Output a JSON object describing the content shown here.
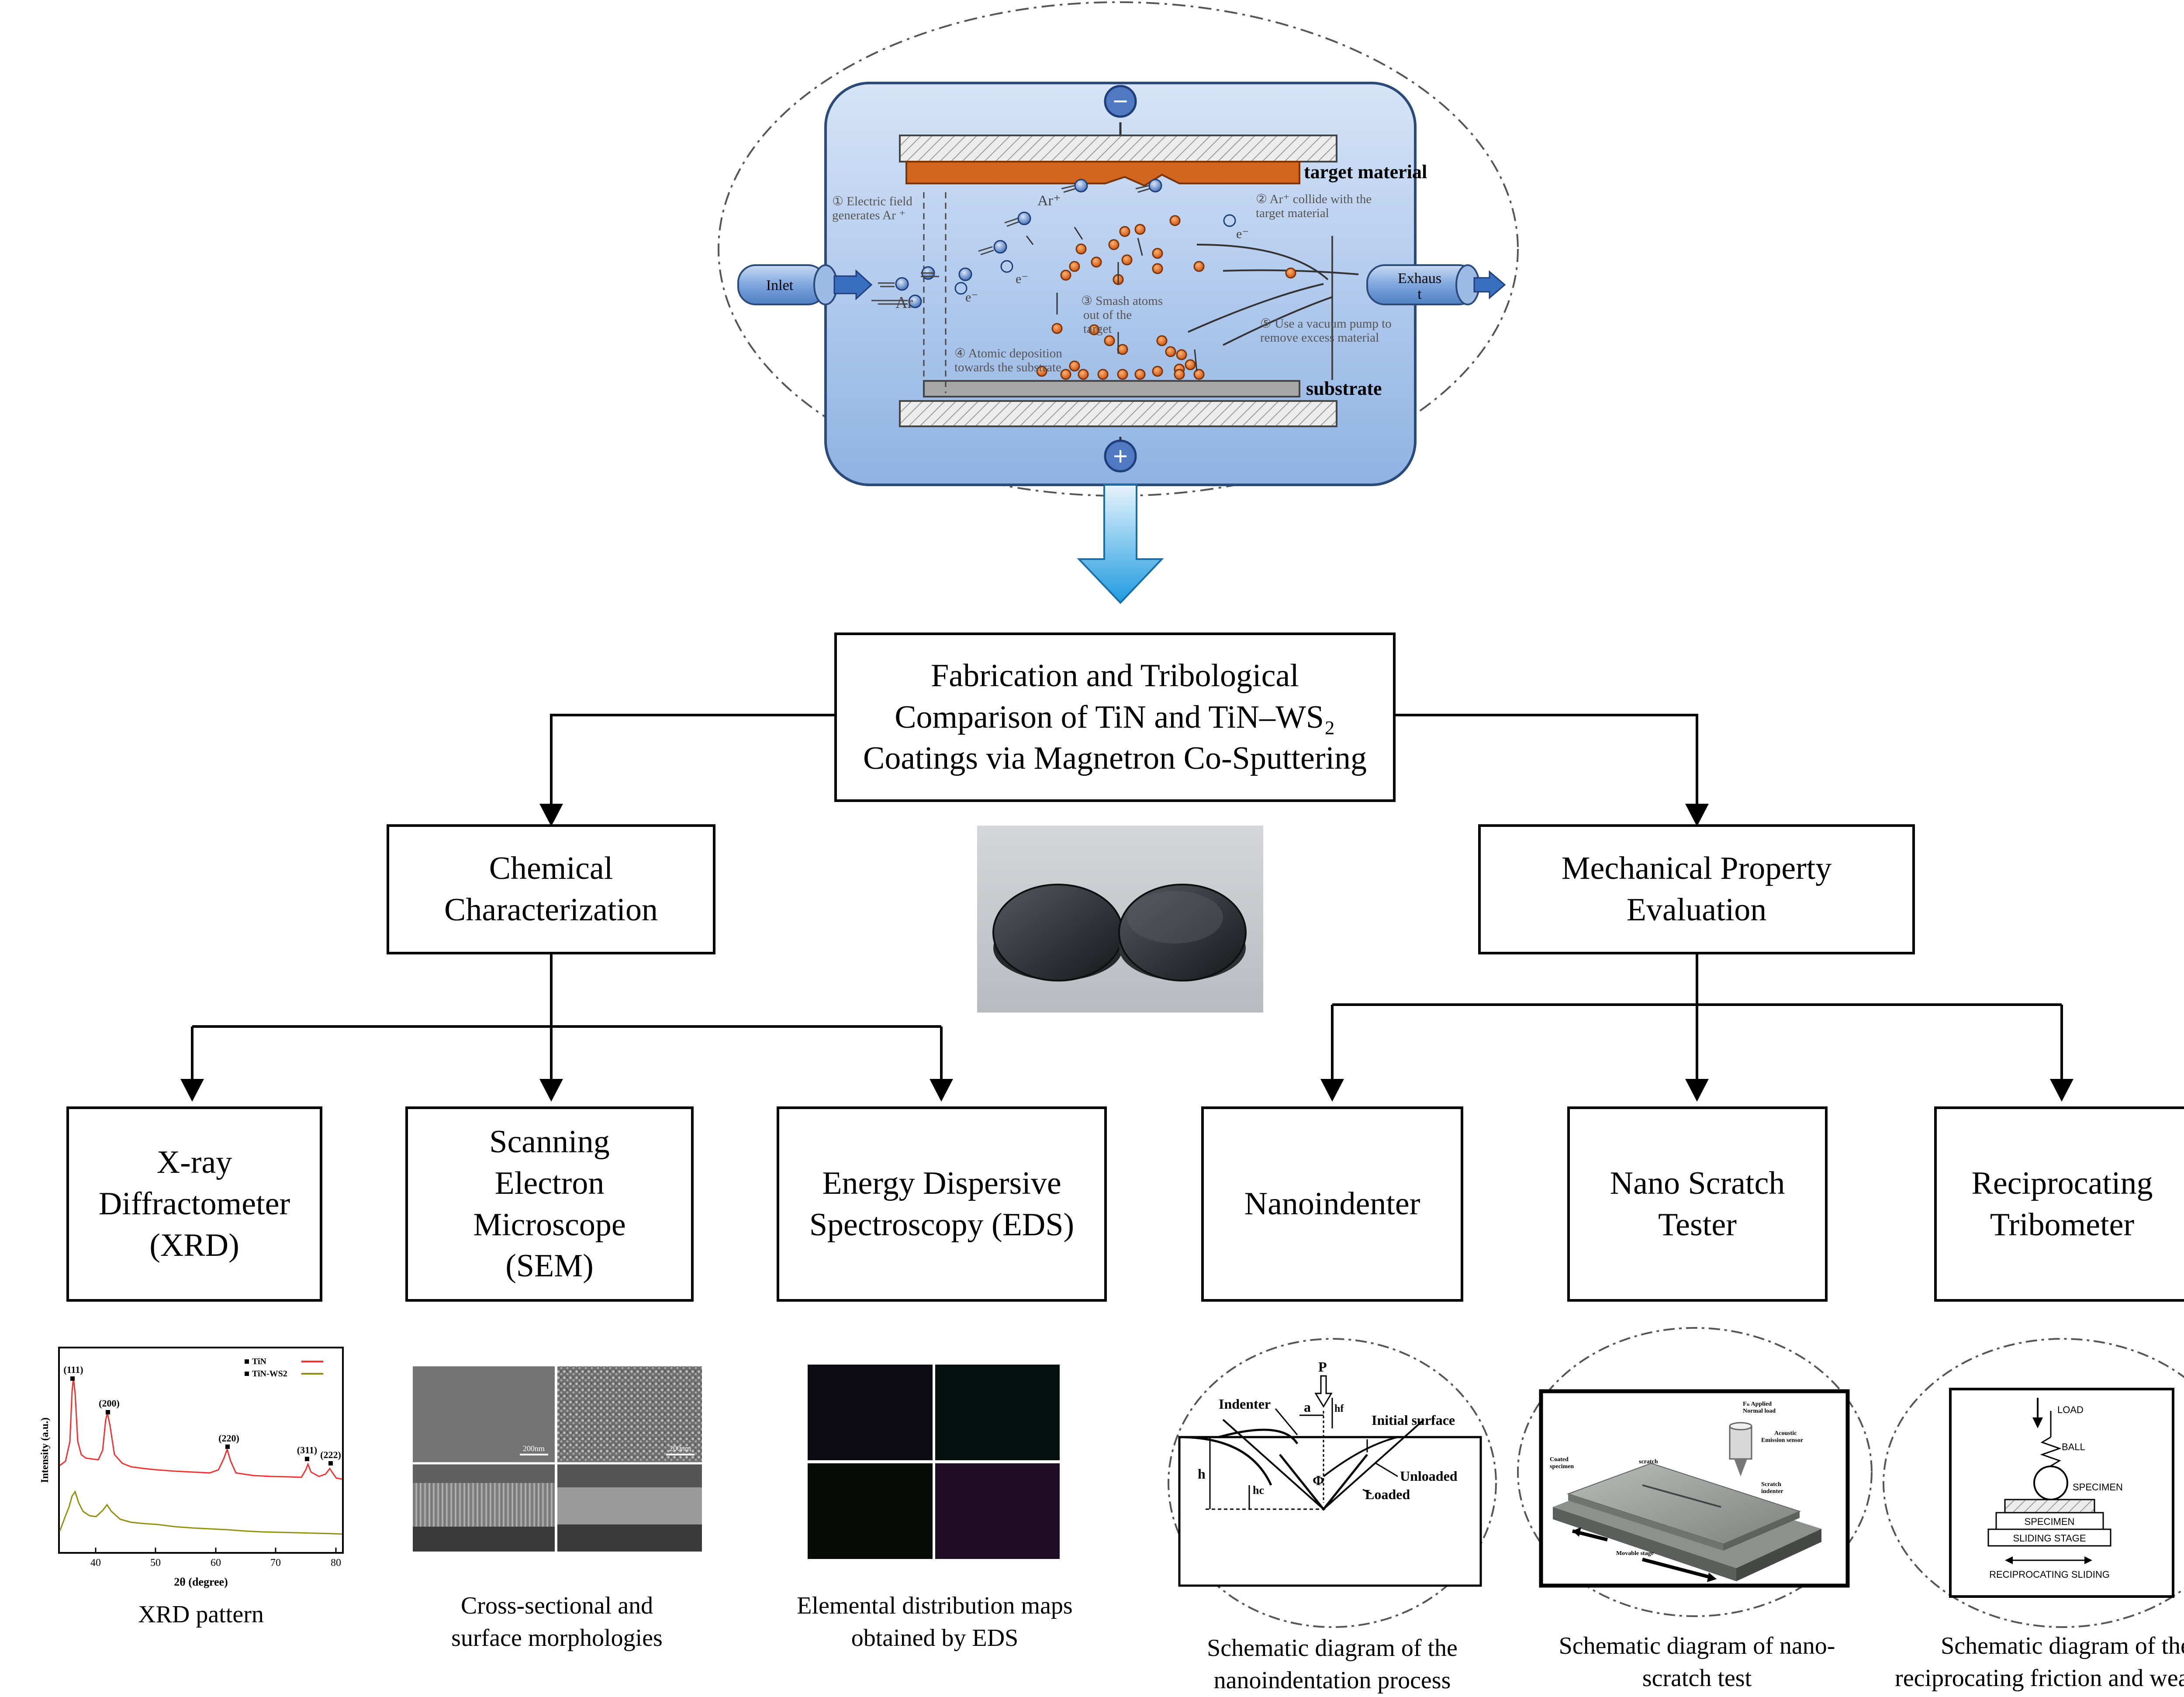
{
  "sputtering": {
    "target_label": "target material",
    "substrate_label": "substrate",
    "inlet_label": "Inlet",
    "exhaust_line1": "Exhaus",
    "exhaust_line2": "t",
    "cathode_sign": "−",
    "anode_sign": "+",
    "ar_label": "Ar",
    "ar_plus_label": "Ar⁺",
    "electron_label": "e⁻",
    "step1_line1": "① Electric field",
    "step1_line2": "generates Ar ⁺",
    "step2_line1": "② Ar⁺ collide with the",
    "step2_line2": "target material",
    "step3_line1": "③ Smash atoms",
    "step3_line2": "out      of the",
    "step3_line3": "target",
    "step4_line1": "④ Atomic deposition",
    "step4_line2": "towards the substrate",
    "step5_line1": "⑤ Use a vacuum pump to",
    "step5_line2": "remove excess material"
  },
  "main": {
    "title_line1": "Fabrication and Tribological",
    "title_line2": "Comparison of TiN and TiN–WS₂",
    "title_line3": "Coatings via Magnetron Co-Sputtering"
  },
  "branches": {
    "chemical": {
      "line1": "Chemical",
      "line2": "Characterization"
    },
    "mechanical": {
      "line1": "Mechanical Property",
      "line2": "Evaluation"
    }
  },
  "methods": {
    "xrd": {
      "line1": "X-ray",
      "line2": "Diffractometer",
      "line3": "(XRD)"
    },
    "sem": {
      "line1": "Scanning",
      "line2": "Electron",
      "line3": "Microscope",
      "line4": "(SEM)"
    },
    "eds": {
      "line1": "Energy Dispersive",
      "line2": "Spectroscopy (EDS)"
    },
    "nano": {
      "line1": "Nanoindenter"
    },
    "scratch": {
      "line1": "Nano Scratch",
      "line2": "Tester"
    },
    "tribo": {
      "line1": "Reciprocating",
      "line2": "Tribometer"
    }
  },
  "xrd_plot": {
    "ylabel": "Intensity (a.u.)",
    "xlabel": "2θ (degree)",
    "xticks": [
      "40",
      "50",
      "60",
      "70",
      "80"
    ],
    "legend": [
      "TiN",
      "TiN-WS2"
    ],
    "peaks": [
      "(111)",
      "(200)",
      "(220)",
      "(311)",
      "(222)"
    ],
    "colors": {
      "tin": "#ee3333",
      "tinws2": "#8f8f10"
    }
  },
  "sem_image": {
    "scale1": "200nm",
    "scale2": "200nm"
  },
  "nanoindent": {
    "p_label": "P",
    "indenter": "Indenter",
    "a_label": "a",
    "hf_label": "hf",
    "initial_surface": "Initial surface",
    "unloaded": "Unloaded",
    "loaded": "Loaded",
    "h_label": "h",
    "hc_label": "hc",
    "phi_label": "Φ"
  },
  "scratch_fig": {
    "fn_label": "Fₙ Applied",
    "normal_load": "Normal load",
    "acoustic1": "Acoustic",
    "acoustic2": "Emission sensor",
    "coated1": "Coated",
    "coated2": "specimen",
    "scratch": "scratch",
    "indenter1": "Scratch",
    "indenter2": "indenter",
    "stage": "Movable stage"
  },
  "tribo_fig": {
    "load": "LOAD",
    "ball": "BALL",
    "specimen_side": "SPECIMEN",
    "specimen_box": "SPECIMEN",
    "stage": "SLIDING STAGE",
    "motion": "RECIPROCATING SLIDING"
  },
  "captions": {
    "xrd": "XRD pattern",
    "sem_line1": "Cross-sectional and",
    "sem_line2": "surface morphologies",
    "eds_line1": "Elemental distribution maps",
    "eds_line2": "obtained by EDS",
    "nano_line1": "Schematic diagram of the",
    "nano_line2": "nanoindentation process",
    "scratch_line1": "Schematic diagram of nano-",
    "scratch_line2": "scratch test",
    "tribo_line1": "Schematic diagram of the",
    "tribo_line2": "reciprocating friction and wear test"
  }
}
